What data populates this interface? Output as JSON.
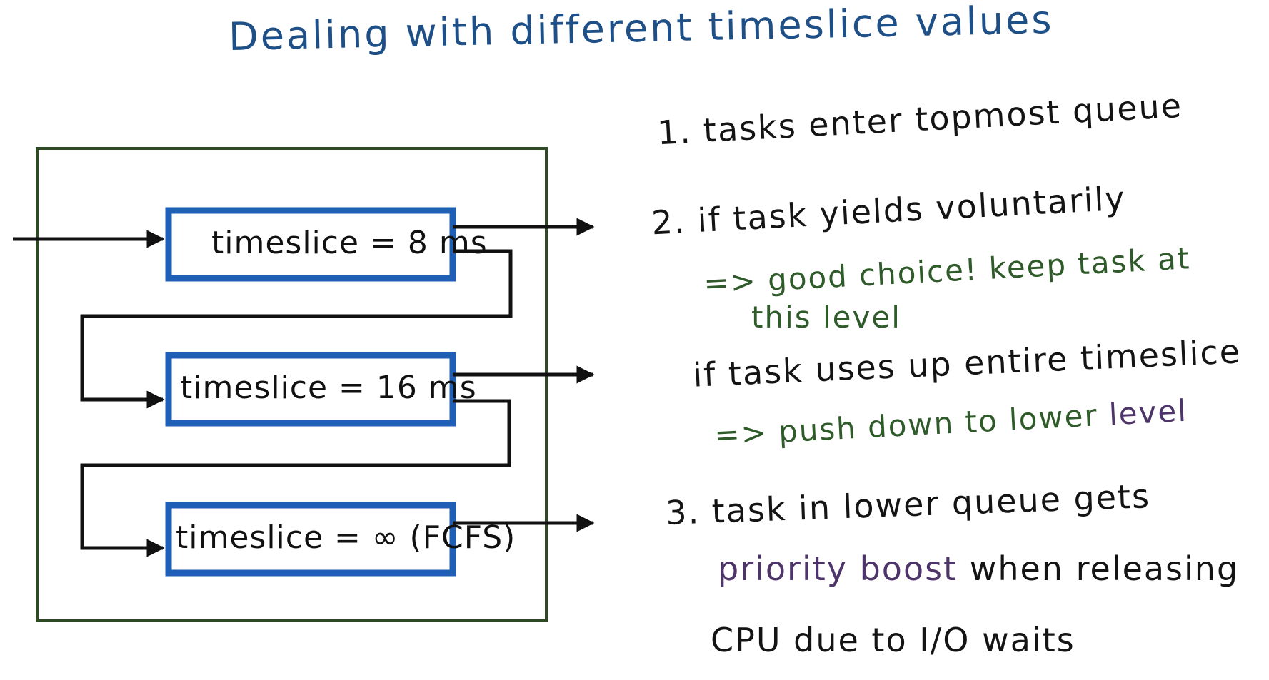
{
  "title": "Dealing with different timeslice values",
  "queues": [
    {
      "label": "timeslice = 8 ms"
    },
    {
      "label": "timeslice = 16 ms"
    },
    {
      "label": "timeslice = ∞ (FCFS)"
    }
  ],
  "notes": {
    "n1": "1. tasks enter topmost queue",
    "n2": "2. if task yields voluntarily",
    "n2a_1": "=> good choice! keep task at",
    "n2a_2": "this",
    "n2a_level": "level",
    "n2b": "if task uses up entire timeslice",
    "n2b_prefix": "=> push down to lower",
    "n2b_level": "level",
    "n3_1": "3. task in lower queue gets",
    "n3_boost": "priority boost",
    "n3_2": "when releasing",
    "n3_3": "CPU due to I/O waits"
  },
  "colors": {
    "title": "#1e4f86",
    "queue_border": "#1f5fb5",
    "outer_box": "#2d4a24",
    "green_text": "#2f5a2a",
    "purple_text": "#4e3569"
  }
}
